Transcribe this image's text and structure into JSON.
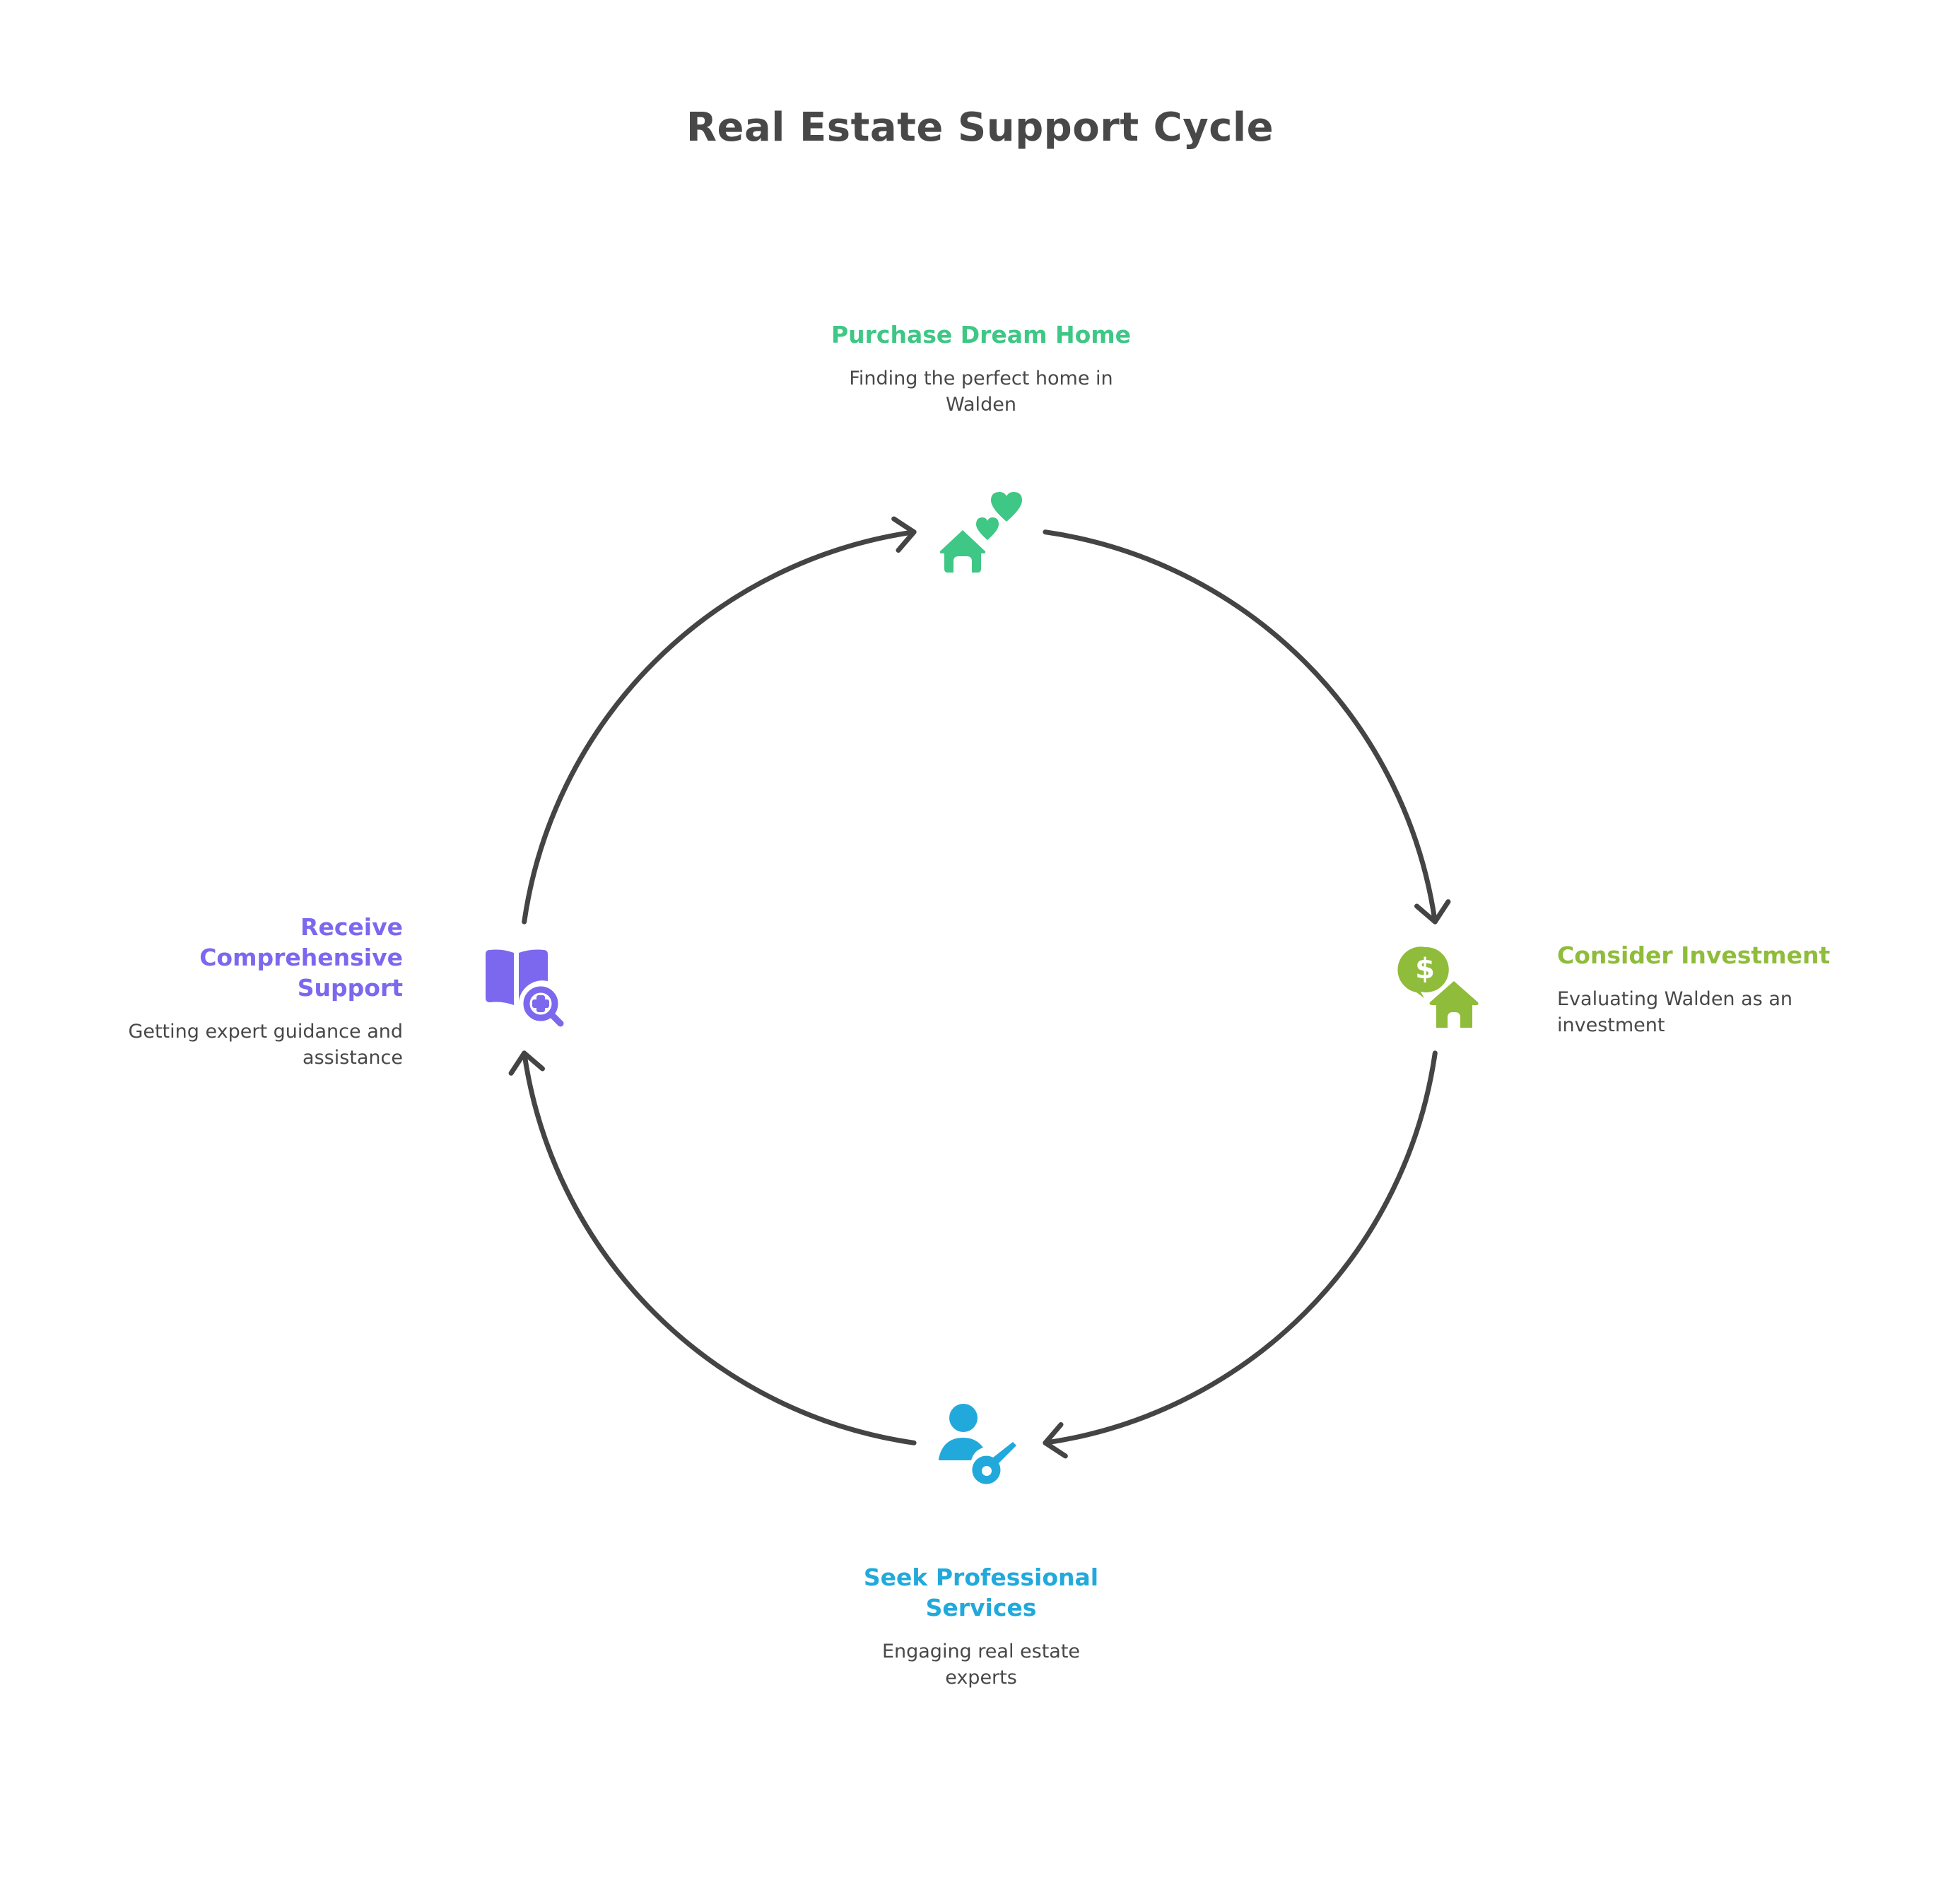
{
  "title": "Real Estate Support Cycle",
  "colors": {
    "text": "#484848",
    "arrow": "#444444",
    "purchase": "#3EC785",
    "investment": "#8FBC3A",
    "professional": "#22A9DB",
    "support": "#7B68EE"
  },
  "nodes": [
    {
      "id": "purchase",
      "heading": "Purchase Dream Home",
      "heading_lines": [
        "Purchase Dream Home"
      ],
      "description_lines": [
        "Finding the perfect home in",
        "Walden"
      ],
      "icon": "house-hearts-icon",
      "color": "#3EC785"
    },
    {
      "id": "investment",
      "heading": "Consider Investment",
      "heading_lines": [
        "Consider Investment"
      ],
      "description_lines": [
        "Evaluating Walden as an",
        "investment"
      ],
      "icon": "dollar-house-icon",
      "color": "#8FBC3A"
    },
    {
      "id": "professional",
      "heading": "Seek Professional Services",
      "heading_lines": [
        "Seek Professional",
        "Services"
      ],
      "description_lines": [
        "Engaging real estate",
        "experts"
      ],
      "icon": "person-key-icon",
      "color": "#22A9DB"
    },
    {
      "id": "support",
      "heading": "Receive Comprehensive Support",
      "heading_lines": [
        "Receive",
        "Comprehensive",
        "Support"
      ],
      "description_lines": [
        "Getting expert guidance and",
        "assistance"
      ],
      "icon": "book-search-plus-icon",
      "color": "#7B68EE"
    }
  ],
  "cycle": {
    "direction": "clockwise",
    "order": [
      "Purchase Dream Home",
      "Consider Investment",
      "Seek Professional Services",
      "Receive Comprehensive Support"
    ]
  }
}
